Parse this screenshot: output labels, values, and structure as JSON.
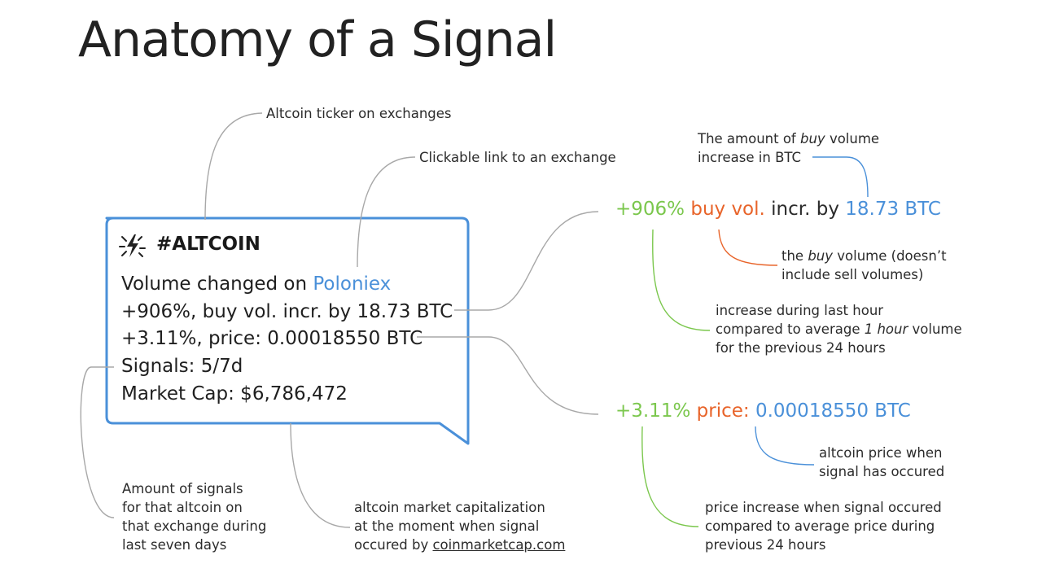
{
  "title": "Anatomy of a Signal",
  "card": {
    "ticker": "#ALTCOIN",
    "line1_prefix": "Volume changed on ",
    "line1_exchange": "Poloniex",
    "line2": "+906%, buy vol. incr. by 18.73 BTC",
    "line3": "+3.11%, price: 0.00018550 BTC",
    "line4": "Signals: 5/7d",
    "line5": "Market Cap: $6,786,472"
  },
  "volume_line": {
    "pct": "+906%",
    "buy": "buy vol.",
    "mid": "incr. by",
    "amount": "18.73 BTC"
  },
  "price_line": {
    "pct": "+3.11%",
    "label": "price:",
    "value": "0.00018550 BTC"
  },
  "notes": {
    "ticker": "Altcoin ticker on exchanges",
    "link": "Clickable link to an exchange",
    "buy_amount_1a": "The amount of ",
    "buy_amount_1b": "buy",
    "buy_amount_1c": " volume",
    "buy_amount_2": "increase in BTC",
    "buy_volume_1a": "the ",
    "buy_volume_1b": "buy",
    "buy_volume_1c": " volume (doesn’t",
    "buy_volume_2": "include sell volumes)",
    "increase_1": "increase during last hour",
    "increase_2a": "compared to  average ",
    "increase_2b": "1 hour",
    "increase_2c": " volume",
    "increase_3": "for the previous 24 hours",
    "price_when_1": "altcoin price when",
    "price_when_2": "signal has occured",
    "price_increase_1": "price increase when signal occured",
    "price_increase_2": "compared to average price during",
    "price_increase_3": "previous 24 hours",
    "signals_1": "Amount of signals",
    "signals_2": "for that altcoin on",
    "signals_3": "that exchange during",
    "signals_4": "last seven days",
    "mcap_1": "altcoin market capitalization",
    "mcap_2": "at the moment when signal",
    "mcap_3a": "occured by ",
    "mcap_3b": "coinmarketcap.com"
  },
  "colors": {
    "card_border": "#4a90d9",
    "connector_gray": "#a8a8a8",
    "green": "#7bc74d",
    "orange": "#e8642a",
    "blue": "#4a90d9"
  },
  "icons": {
    "ticker_icon": "lightning-spark-icon"
  }
}
